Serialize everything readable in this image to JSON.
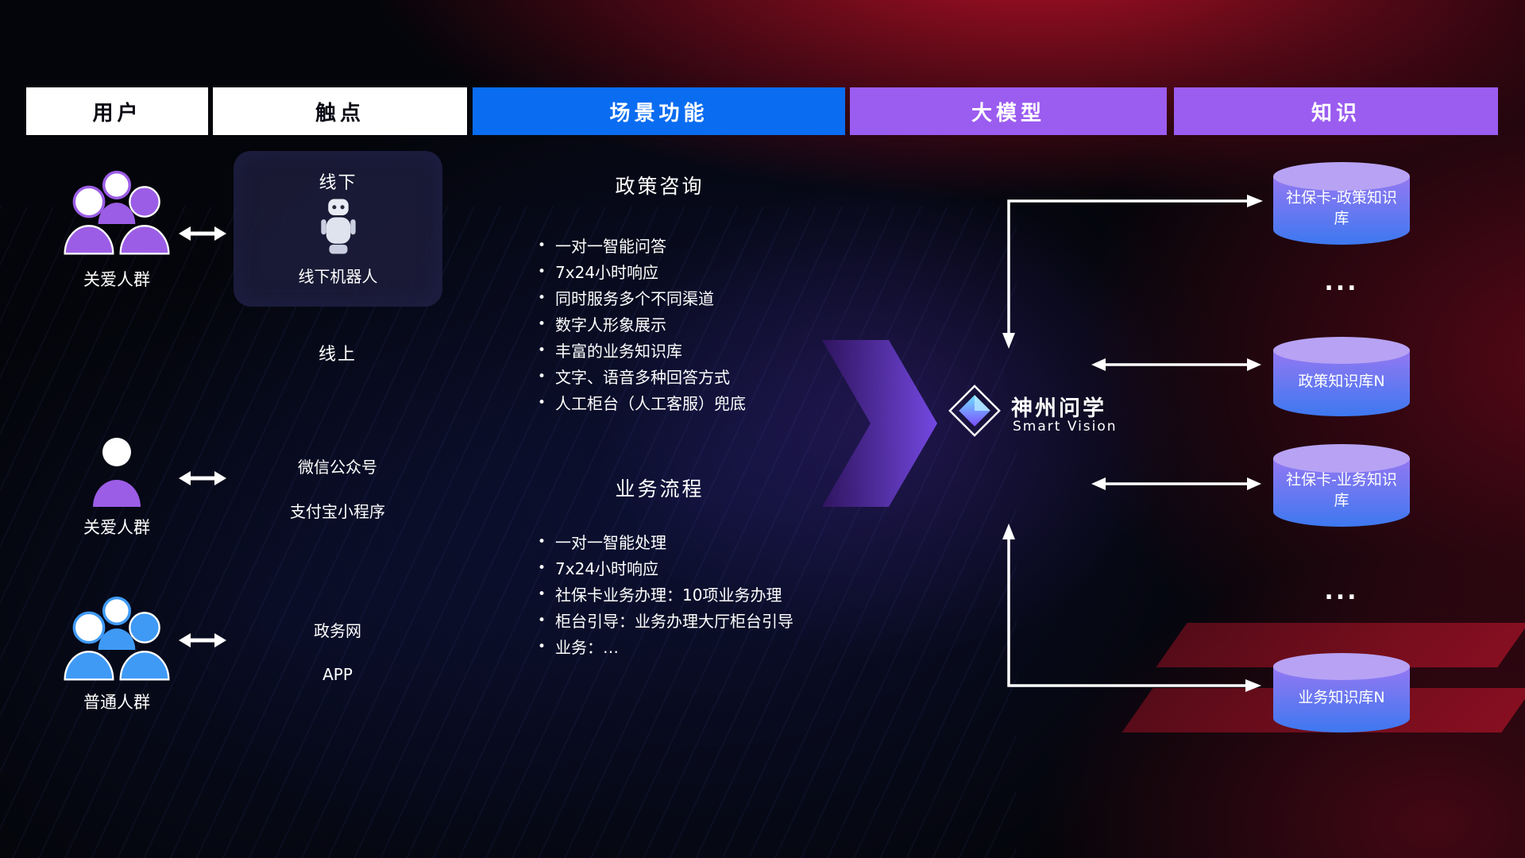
{
  "header": {
    "columns": [
      {
        "label": "用户"
      },
      {
        "label": "触点"
      },
      {
        "label": "场景功能"
      },
      {
        "label": "大模型"
      },
      {
        "label": "知识"
      }
    ]
  },
  "users": {
    "groups": [
      {
        "label": "关爱人群",
        "icon": "user-group-purple-icon"
      },
      {
        "label": "关爱人群",
        "icon": "user-single-purple-icon"
      },
      {
        "label": "普通人群",
        "icon": "user-group-blue-icon"
      }
    ]
  },
  "touchpoints": {
    "offline": {
      "title": "线下",
      "robot_label": "线下机器人"
    },
    "online_title": "线上",
    "channels": [
      "微信公众号",
      "支付宝小程序",
      "政务网",
      "APP"
    ]
  },
  "scenarios": {
    "policy": {
      "title": "政策咨询",
      "items": [
        "一对一智能问答",
        "7x24小时响应",
        "同时服务多个不同渠道",
        "数字人形象展示",
        "丰富的业务知识库",
        "文字、语音多种回答方式",
        "人工柜台（人工客服）兜底"
      ]
    },
    "process": {
      "title": "业务流程",
      "items": [
        "一对一智能处理",
        "7x24小时响应",
        "社保卡业务办理：10项业务办理",
        "柜台引导：业务办理大厅柜台引导",
        "业务：…"
      ]
    }
  },
  "model": {
    "name": "神州问学",
    "subtitle": "Smart Vision"
  },
  "knowledge": {
    "databases": [
      "社保卡-政策知识库",
      "政策知识库N",
      "社保卡-业务知识库",
      "业务知识库N"
    ],
    "ellipsis": "..."
  },
  "colors": {
    "header_blue": "#0a6cf0",
    "header_purple": "#9b5cf0",
    "accent_purple": "#9b5de5",
    "accent_blue": "#3f9af5",
    "cylinder_top": "#b7a2f4",
    "cylinder_body_top": "#9478f2",
    "cylinder_body_bottom": "#3d78f0",
    "flow_arrow": "#7c4df0",
    "background_red": "#a41226"
  }
}
